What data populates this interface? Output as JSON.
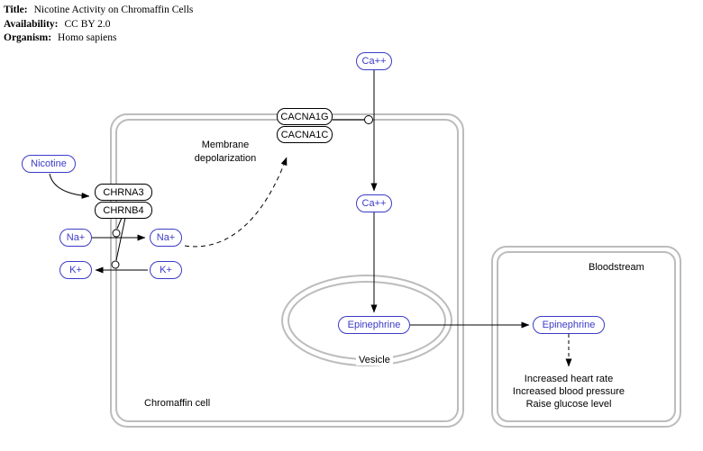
{
  "header": {
    "title_label": "Title:",
    "title_value": "Nicotine Activity on Chromaffin Cells",
    "availability_label": "Availability:",
    "availability_value": "CC BY 2.0",
    "organism_label": "Organism:",
    "organism_value": "Homo sapiens"
  },
  "nodes": {
    "ca_top": "Ca++",
    "ca_mid": "Ca++",
    "nicotine": "Nicotine",
    "na_out": "Na+",
    "na_in": "Na+",
    "k_out": "K+",
    "k_in": "K+",
    "epinephrine_vesicle": "Epinephrine",
    "epinephrine_blood": "Epinephrine"
  },
  "genes": {
    "cacna1g": "CACNA1G",
    "cacna1c": "CACNA1C",
    "chrna3": "CHRNA3",
    "chrnb4": "CHRNB4"
  },
  "labels": {
    "membrane_depolarization": "Membrane\ndepolarization",
    "vesicle": "Vesicle",
    "chromaffin_cell": "Chromaffin cell",
    "bloodstream": "Bloodstream",
    "effects": "Increased heart rate\nIncreased blood pressure\nRaise glucose level"
  },
  "colors": {
    "metabolite_accent": "#3b3bc8",
    "membrane_gray": "#bcbcbc"
  }
}
